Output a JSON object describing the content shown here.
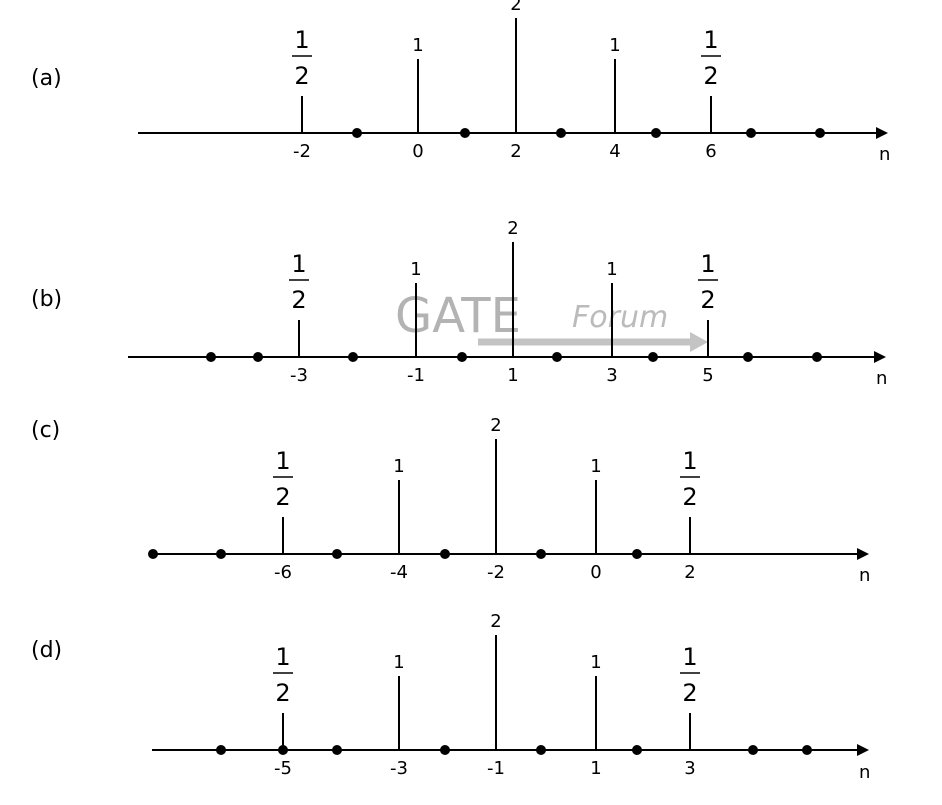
{
  "axis_label": "n",
  "watermark": {
    "logo": "GATE",
    "sub": "Forum"
  },
  "options": [
    {
      "label": "(a)",
      "stems": [
        {
          "n": "-2",
          "value": "1/2"
        },
        {
          "n": "0",
          "value": "1"
        },
        {
          "n": "2",
          "value": "2"
        },
        {
          "n": "4",
          "value": "1"
        },
        {
          "n": "6",
          "value": "1/2"
        }
      ]
    },
    {
      "label": "(b)",
      "stems": [
        {
          "n": "-3",
          "value": "1/2"
        },
        {
          "n": "-1",
          "value": "1"
        },
        {
          "n": "1",
          "value": "2"
        },
        {
          "n": "3",
          "value": "1"
        },
        {
          "n": "5",
          "value": "1/2"
        }
      ]
    },
    {
      "label": "(c)",
      "stems": [
        {
          "n": "-6",
          "value": "1/2"
        },
        {
          "n": "-4",
          "value": "1"
        },
        {
          "n": "-2",
          "value": "2"
        },
        {
          "n": "0",
          "value": "1"
        },
        {
          "n": "2",
          "value": "1/2"
        }
      ]
    },
    {
      "label": "(d)",
      "stems": [
        {
          "n": "-5",
          "value": "1/2"
        },
        {
          "n": "-3",
          "value": "1"
        },
        {
          "n": "-1",
          "value": "2"
        },
        {
          "n": "1",
          "value": "1"
        },
        {
          "n": "3",
          "value": "1/2"
        }
      ]
    }
  ]
}
